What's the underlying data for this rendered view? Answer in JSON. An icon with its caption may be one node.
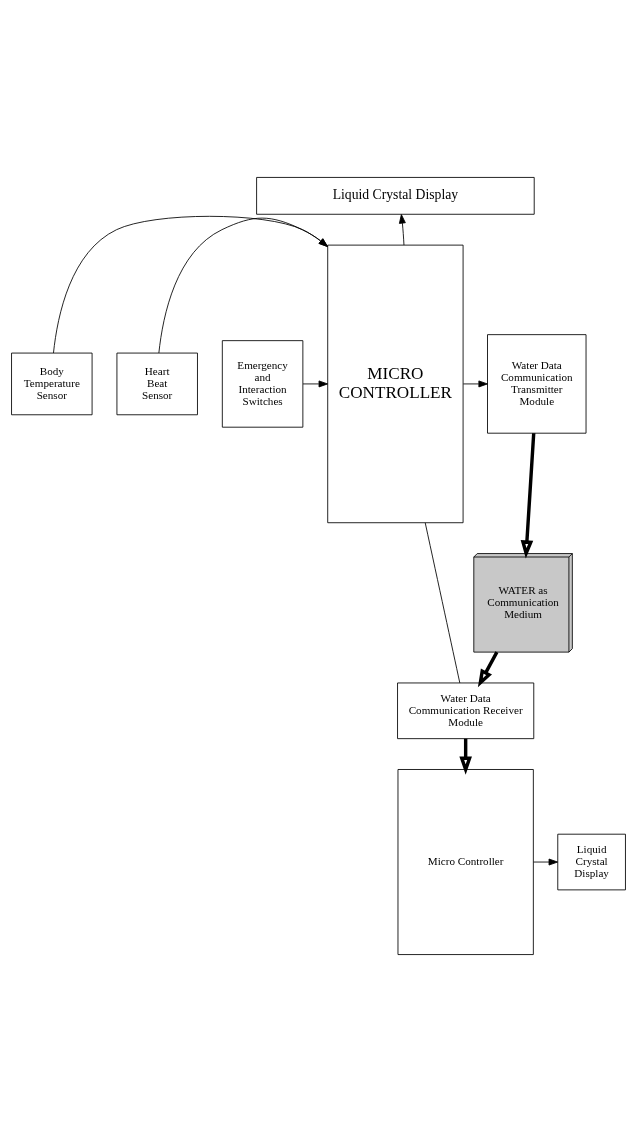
{
  "diagram": {
    "nodes": [
      {
        "text": [
          "Liquid Crystal Display"
        ]
      },
      {
        "text": [
          "Body Temperature Sensor"
        ]
      },
      {
        "text": [
          "Heart Beat Sensor"
        ]
      },
      {
        "text": [
          "Emergency and Interaction Switches"
        ]
      },
      {
        "text": [
          "MICRO CONTROLLER"
        ]
      },
      {
        "text": [
          "Water Data Communication Transmitter Module"
        ]
      },
      {
        "text": [
          "WATER as Communication Medium"
        ]
      },
      {
        "text": [
          "Water Data Communication Receiver Module"
        ]
      },
      {
        "text": [
          "Micro Controller"
        ]
      },
      {
        "text": [
          "Liquid Crystal Display"
        ]
      }
    ],
    "edges": [
      {
        "from": 4,
        "to": 0,
        "arrow": "to"
      },
      {
        "from": 1,
        "to": 4,
        "arrow": "to"
      },
      {
        "from": 2,
        "to": 4,
        "arrow": "to"
      },
      {
        "from": 3,
        "to": 4,
        "arrow": "to"
      },
      {
        "from": 4,
        "to": 5,
        "arrow": "to"
      },
      {
        "from": 5,
        "to": 6,
        "arrow": "to",
        "style": "thick"
      },
      {
        "from": 6,
        "to": 7,
        "arrow": "to",
        "style": "thick"
      },
      {
        "from": 4,
        "to": 7,
        "arrow": "none"
      },
      {
        "from": 7,
        "to": 8,
        "arrow": "to",
        "style": "thick"
      },
      {
        "from": 8,
        "to": 9,
        "arrow": "to"
      }
    ]
  }
}
